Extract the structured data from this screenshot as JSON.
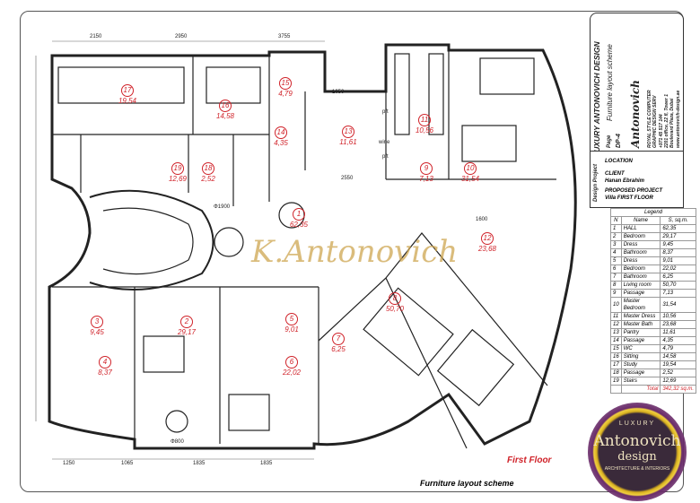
{
  "title_block": {
    "company": "LUXURY ANTONOVICH DESIGN",
    "sheet_title": "Furniture layout scheme",
    "page_label": "Page",
    "page": "DP-4",
    "design_project": "Design Project",
    "location_label": "LOCATION",
    "client_label": "CLIENT",
    "client": "Hanan Ebrahim",
    "project_label": "PROPOSED PROJECT",
    "project": "Villa FIRST FLOOR",
    "contact": [
      "ROYAL STYLE COMPUTER",
      "GRAPHIC DESIGN SERV",
      "+971 45 517 144",
      "2201 office, 22 fl, Tower 1",
      "Boulevard Plaza, Dubai",
      "www.antonovich-design.ae"
    ]
  },
  "legend": {
    "title": "Legend",
    "col_no": "N",
    "col_name": "Name",
    "col_area": "S, sq.m.",
    "rows": [
      [
        "1",
        "HALL",
        "62,35"
      ],
      [
        "2",
        "Bedroom",
        "29,17"
      ],
      [
        "3",
        "Dress",
        "9,45"
      ],
      [
        "4",
        "Bathroom",
        "8,37"
      ],
      [
        "5",
        "Dress",
        "9,01"
      ],
      [
        "6",
        "Bedroom",
        "22,02"
      ],
      [
        "7",
        "Bathroom",
        "6,25"
      ],
      [
        "8",
        "Living room",
        "50,70"
      ],
      [
        "9",
        "Passage",
        "7,13"
      ],
      [
        "10",
        "Master Bedroom",
        "31,54"
      ],
      [
        "11",
        "Master Dress",
        "10,56"
      ],
      [
        "12",
        "Master Bath",
        "23,68"
      ],
      [
        "13",
        "Pantry",
        "11,61"
      ],
      [
        "14",
        "Passage",
        "4,35"
      ],
      [
        "15",
        "WC",
        "4,79"
      ],
      [
        "16",
        "Sitting",
        "14,58"
      ],
      [
        "17",
        "Study",
        "19,54"
      ],
      [
        "18",
        "Passage",
        "2,52"
      ],
      [
        "19",
        "Stairs",
        "12,69"
      ]
    ],
    "total_label": "Total",
    "total": "342,32 sq.m."
  },
  "rooms": [
    [
      "1",
      "62,35"
    ],
    [
      "2",
      "29,17"
    ],
    [
      "3",
      "9,45"
    ],
    [
      "4",
      "8,37"
    ],
    [
      "5",
      "9,01"
    ],
    [
      "6",
      "22,02"
    ],
    [
      "7",
      "6,25"
    ],
    [
      "8",
      "50,70"
    ],
    [
      "9",
      "7,13"
    ],
    [
      "10",
      "31,54"
    ],
    [
      "11",
      "10,56"
    ],
    [
      "12",
      "23,68"
    ],
    [
      "13",
      "11,61"
    ],
    [
      "14",
      "4,35"
    ],
    [
      "15",
      "4,79"
    ],
    [
      "16",
      "14,58"
    ],
    [
      "17",
      "19,54"
    ],
    [
      "18",
      "2,52"
    ],
    [
      "19",
      "12,69"
    ]
  ],
  "dims": {
    "top": [
      "2150",
      "2950",
      "3755"
    ],
    "bottom": [
      "1250",
      "1065",
      "1835",
      "1835"
    ],
    "misc": [
      "Φ1900",
      "Φ800",
      "wine",
      "p/t",
      "p/t",
      "1050",
      "2550",
      "1600"
    ]
  },
  "footer": {
    "caption": "Furniture layout scheme",
    "floor": "First Floor"
  },
  "watermark": "K.Antonovich",
  "logo": {
    "top": "LUXURY",
    "name": "Antonovich",
    "sub": "design",
    "ring": "ARCHITECTURE & INTERIORS"
  }
}
